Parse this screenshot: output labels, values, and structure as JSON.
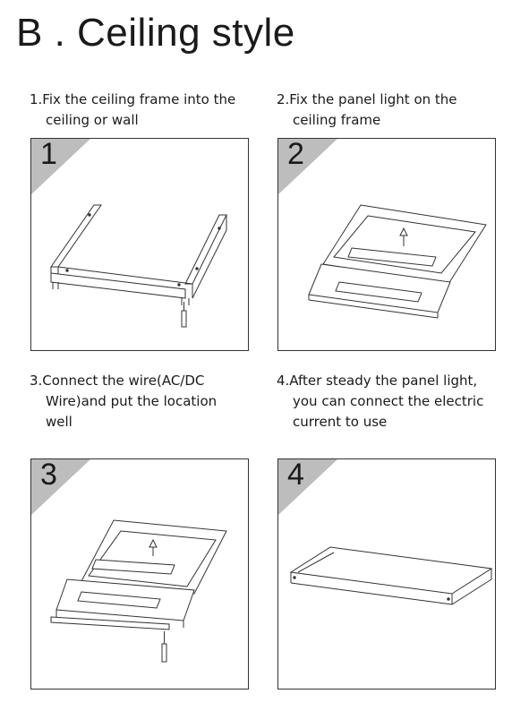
{
  "title": "B . Ceiling style",
  "steps": [
    {
      "number": "1",
      "line1": "1.Fix the ceiling frame into the",
      "line2": "ceiling or wall",
      "line3": ""
    },
    {
      "number": "2",
      "line1": "2.Fix the panel light on the",
      "line2": "ceiling frame",
      "line3": ""
    },
    {
      "number": "3",
      "line1": "3.Connect the wire(AC/DC",
      "line2": "Wire)and put the location",
      "line3": "well"
    },
    {
      "number": "4",
      "line1": "4.After steady the panel light,",
      "line2": "you can connect the electric",
      "line3": "current to use"
    }
  ],
  "colors": {
    "corner_gray": "#bdbdbd",
    "line": "#333333"
  }
}
